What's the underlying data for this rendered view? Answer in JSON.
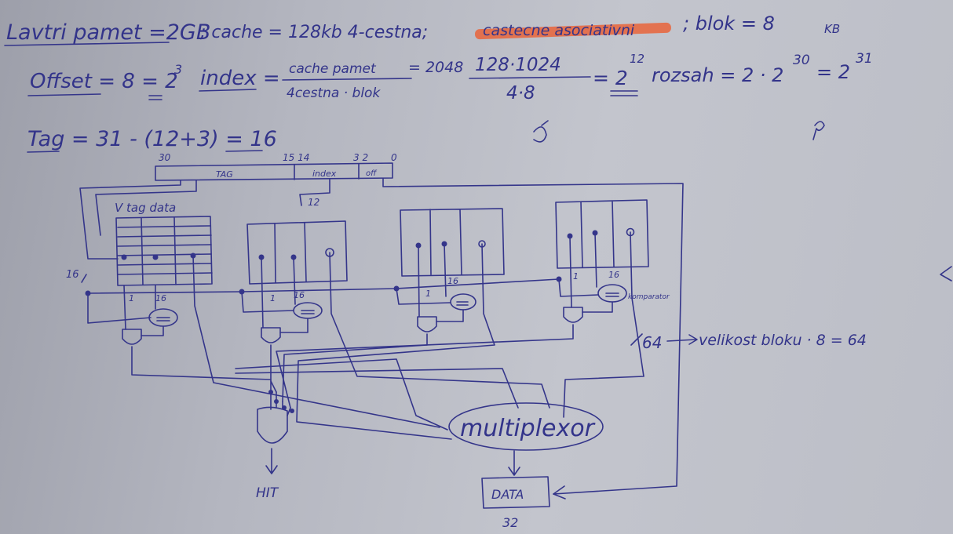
{
  "colors": {
    "ink": "#34358a",
    "paper": "#bdbfc8",
    "highlight": "#e9643a"
  },
  "header": {
    "main_memory": "Lavtri pamet =2GB",
    "cache": "; cache = 128kb 4-cestna;",
    "assoc": "castecne asociativni",
    "block": "; blok = 8"
  },
  "formula": {
    "offset": "Offset = 8 = 2",
    "offset_exp": "3",
    "index_label": "index =",
    "index_num": "cache pamet",
    "index_den": "4cestna · blok",
    "eq1": "= 2048",
    "frac_num": "128·1024",
    "frac_den": "4·8",
    "eq2": "= 2",
    "eq2_exp": "12",
    "range": "rozsah = 2 · 2",
    "range_exp": "30",
    "range_eq": "= 2",
    "range_exp2": "31",
    "kb": "KB",
    "tag": "Tag = 31 - (12+3) = 16"
  },
  "address": {
    "bit_31": "30",
    "bit_15": "15 14",
    "bit_3": "3 2",
    "bit_0": "0",
    "tag_field": "TAG",
    "index_field": "index",
    "offset_field": "off",
    "index_width": "12"
  },
  "ways": {
    "header": "V tag data",
    "width_16": "16",
    "bits_1": "1",
    "bits_16": "16",
    "comparator_label": "komparator"
  },
  "side": {
    "bus_64": "64",
    "block_size": "velikost bloku · 8 = 64"
  },
  "blocks": {
    "mux": "multiplexor",
    "hit": "HIT",
    "data": "DATA",
    "data_width": "32"
  }
}
